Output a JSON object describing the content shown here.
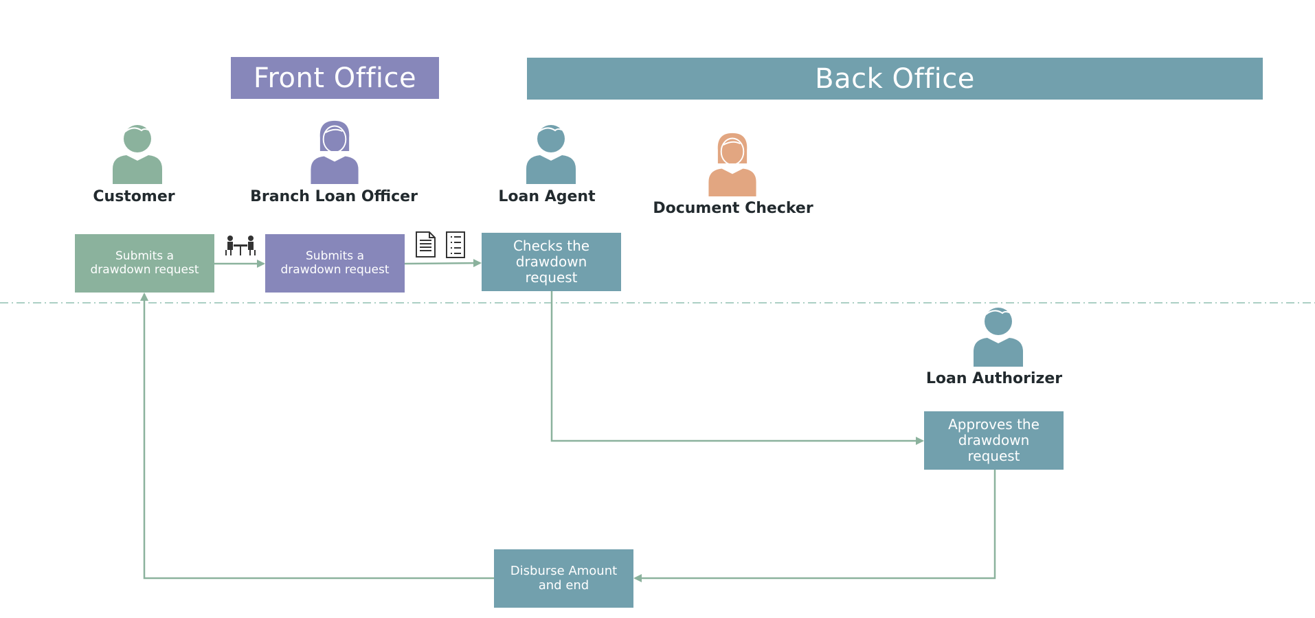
{
  "headers": {
    "front_office": "Front Office",
    "back_office": "Back Office"
  },
  "actors": {
    "customer": "Customer",
    "branch_loan_officer": "Branch Loan Officer",
    "loan_agent": "Loan Agent",
    "document_checker": "Document Checker",
    "loan_authorizer": "Loan Authorizer"
  },
  "steps": {
    "customer_submit": "Submits a\ndrawdown request",
    "officer_submit": "Submits a\ndrawdown  request",
    "agent_check": "Checks the\ndrawdown\nrequest",
    "authorizer_approve": "Approves the\ndrawdown\nrequest",
    "disburse": "Disburse Amount\nand end"
  },
  "colors": {
    "customer": "#8bb29d",
    "front_office": "#8787ba",
    "back_office": "#72a0ad",
    "document_checker": "#e2a681",
    "connector": "#8bb29d",
    "divider": "#8fbfb0",
    "icon": "#333333"
  },
  "icons": {
    "meeting": "meeting-icon",
    "document": "document-icon",
    "checklist": "checklist-icon"
  }
}
